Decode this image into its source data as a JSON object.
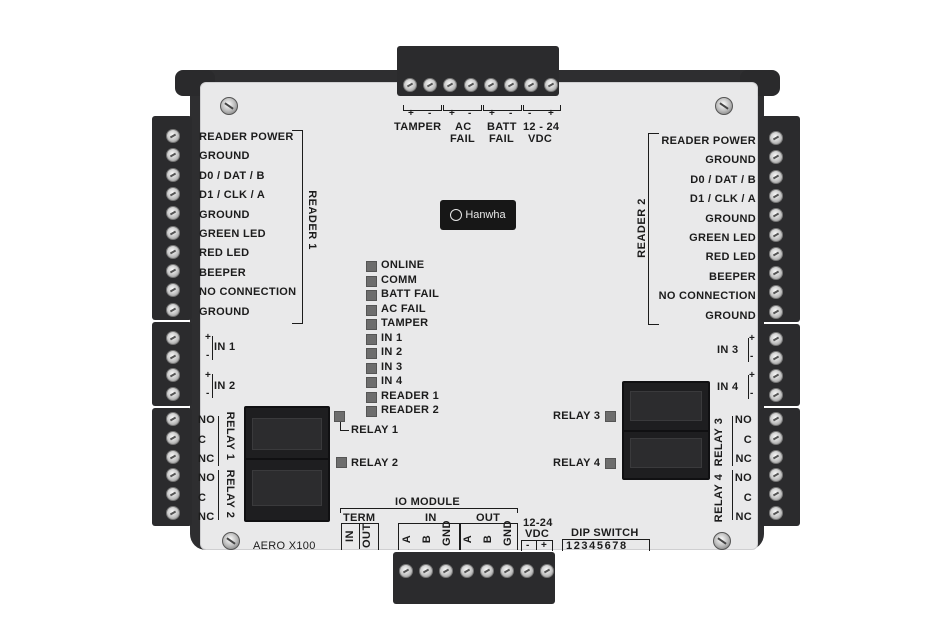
{
  "logo": {
    "text": "Hanwha"
  },
  "model": "AERO X100",
  "top_terminals": {
    "tamper": {
      "label": "TAMPER",
      "plus": "+",
      "minus": "-"
    },
    "ac_fail": {
      "label1": "AC",
      "label2": "FAIL",
      "plus": "+",
      "minus": "-"
    },
    "batt_fail": {
      "label1": "BATT",
      "label2": "FAIL",
      "plus": "+",
      "minus": "-"
    },
    "power": {
      "label1": "12 - 24",
      "label2": "VDC",
      "minus": "-",
      "plus": "+"
    }
  },
  "reader1": {
    "title": "READER 1",
    "pins": [
      "READER POWER",
      "GROUND",
      "D0 / DAT / B",
      "D1 / CLK / A",
      "GROUND",
      "GREEN LED",
      "RED LED",
      "BEEPER",
      "NO CONNECTION",
      "GROUND"
    ]
  },
  "reader2": {
    "title": "READER 2",
    "pins": [
      "READER POWER",
      "GROUND",
      "D0 / DAT / B",
      "D1 / CLK / A",
      "GROUND",
      "GREEN LED",
      "RED LED",
      "BEEPER",
      "NO CONNECTION",
      "GROUND"
    ]
  },
  "inputs": {
    "in1": "IN 1",
    "in2": "IN 2",
    "in3": "IN 3",
    "in4": "IN 4",
    "plus": "+",
    "minus": "-"
  },
  "relays_left": {
    "relay1": "RELAY 1",
    "relay2": "RELAY 2",
    "pins": [
      "NO",
      "C",
      "NC"
    ],
    "led1": "RELAY 1",
    "led2": "RELAY 2"
  },
  "relays_right": {
    "relay3": "RELAY 3",
    "relay4": "RELAY 4",
    "pins": [
      "NO",
      "C",
      "NC"
    ],
    "led3": "RELAY 3",
    "led4": "RELAY 4"
  },
  "status_leds": [
    "ONLINE",
    "COMM",
    "BATT FAIL",
    "AC FAIL",
    "TAMPER",
    "IN 1",
    "IN 2",
    "IN 3",
    "IN 4",
    "READER 1",
    "READER 2"
  ],
  "io_module": {
    "title": "IO MODULE",
    "term": "TERM",
    "term_in": "IN",
    "term_out": "OUT",
    "in": "IN",
    "out": "OUT",
    "in_pins": [
      "A",
      "B",
      "GND"
    ],
    "out_pins": [
      "A",
      "B",
      "GND"
    ],
    "power1": "12-24",
    "power2": "VDC",
    "minus": "-",
    "plus": "+"
  },
  "dip_switch": {
    "title": "DIP SWITCH",
    "numbers": "12345678"
  },
  "colors": {
    "board": "#e9e9ea",
    "frame": "#2e2e30",
    "led": "#6d6d6d",
    "relay": "#1e1e20"
  }
}
